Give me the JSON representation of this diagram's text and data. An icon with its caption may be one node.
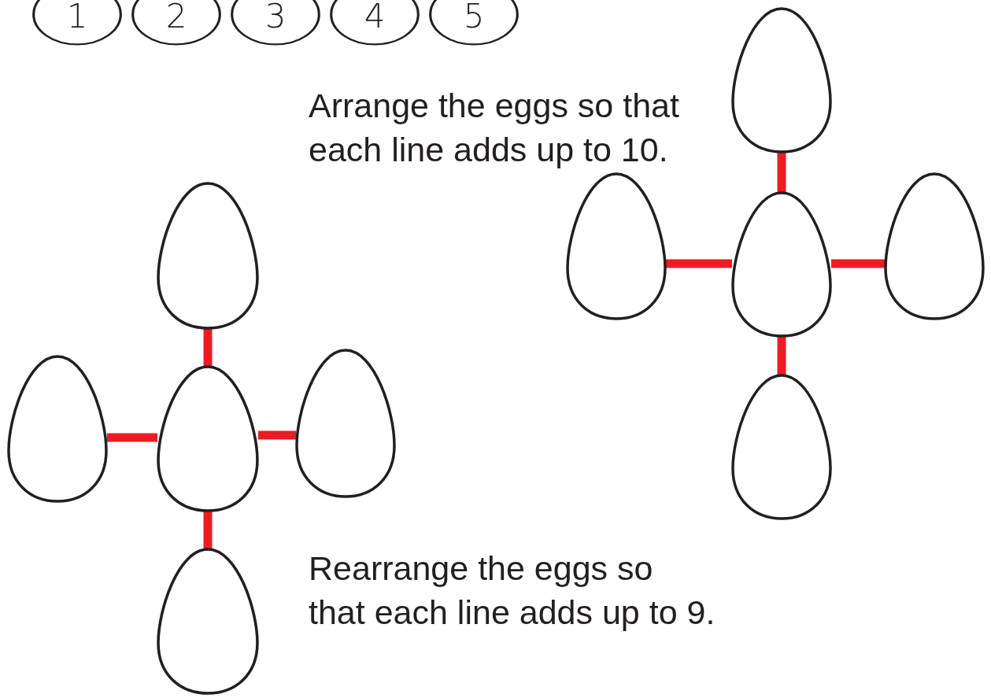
{
  "diagram": {
    "nodes": [
      {
        "text": [
          "1"
        ]
      },
      {
        "text": [
          "2"
        ]
      },
      {
        "text": [
          "3"
        ]
      },
      {
        "text": [
          "4"
        ]
      },
      {
        "text": [
          "5"
        ]
      },
      {
        "text": [],
        "shape": "egg"
      },
      {
        "text": [],
        "shape": "egg"
      },
      {
        "text": [],
        "shape": "egg"
      },
      {
        "text": [],
        "shape": "egg"
      },
      {
        "text": [],
        "shape": "egg"
      },
      {
        "text": [],
        "shape": "egg"
      },
      {
        "text": [],
        "shape": "egg"
      },
      {
        "text": [],
        "shape": "egg"
      },
      {
        "text": [],
        "shape": "egg"
      },
      {
        "text": [],
        "shape": "egg"
      }
    ],
    "edges": [
      {
        "from": 5,
        "to": 7,
        "arrow": "none"
      },
      {
        "from": 6,
        "to": 7,
        "arrow": "none"
      },
      {
        "from": 7,
        "to": 8,
        "arrow": "none"
      },
      {
        "from": 7,
        "to": 9,
        "arrow": "none"
      },
      {
        "from": 10,
        "to": 12,
        "arrow": "none"
      },
      {
        "from": 11,
        "to": 12,
        "arrow": "none"
      },
      {
        "from": 12,
        "to": 13,
        "arrow": "none"
      },
      {
        "from": 12,
        "to": 14,
        "arrow": "none"
      }
    ],
    "labels": [
      "Arrange the eggs so that each line adds up to 10.",
      "Rearrange the eggs so that each line adds up to 9."
    ]
  }
}
